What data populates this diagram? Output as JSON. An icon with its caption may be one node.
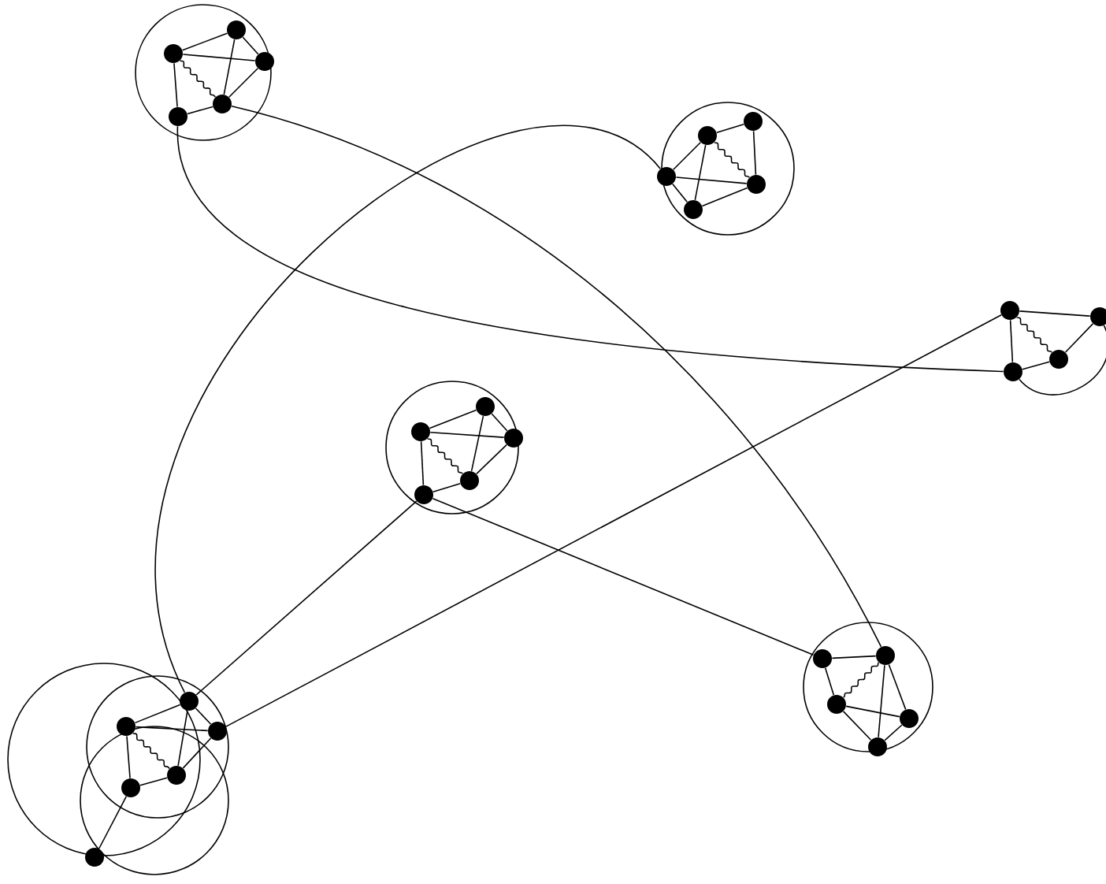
{
  "diagram": {
    "nodes": [
      {
        "text": [],
        "shape": "circle"
      },
      {
        "text": [],
        "shape": "circle",
        "in": 0
      },
      {
        "text": [],
        "shape": "circle",
        "in": 0
      },
      {
        "text": [],
        "shape": "circle",
        "in": 0
      },
      {
        "text": [],
        "shape": "circle",
        "in": 0
      },
      {
        "text": [],
        "shape": "circle",
        "in": 0
      },
      {
        "text": [],
        "shape": "circle"
      },
      {
        "text": [],
        "shape": "circle",
        "in": 6
      },
      {
        "text": [],
        "shape": "circle",
        "in": 6
      },
      {
        "text": [],
        "shape": "circle",
        "in": 6
      },
      {
        "text": [],
        "shape": "circle",
        "in": 6
      },
      {
        "text": [],
        "shape": "circle",
        "in": 6
      },
      {
        "text": [],
        "shape": "circle"
      },
      {
        "text": [],
        "shape": "circle"
      },
      {
        "text": [],
        "shape": "circle"
      },
      {
        "text": [],
        "shape": "circle"
      },
      {
        "text": [],
        "shape": "circle"
      },
      {
        "text": [],
        "shape": "circle",
        "in": 16
      },
      {
        "text": [],
        "shape": "circle",
        "in": 16
      },
      {
        "text": [],
        "shape": "circle",
        "in": 16
      },
      {
        "text": [],
        "shape": "circle",
        "in": 16
      },
      {
        "text": [],
        "shape": "circle",
        "in": 16
      },
      {
        "text": [],
        "shape": "circle"
      },
      {
        "text": [],
        "shape": "circle",
        "in": 22
      },
      {
        "text": [],
        "shape": "circle",
        "in": 22
      },
      {
        "text": [],
        "shape": "circle",
        "in": 22
      },
      {
        "text": [],
        "shape": "circle",
        "in": 22
      },
      {
        "text": [],
        "shape": "circle",
        "in": 22
      },
      {
        "text": [],
        "shape": "circle"
      },
      {
        "text": [],
        "shape": "circle"
      },
      {
        "text": [],
        "shape": "circle"
      },
      {
        "text": [],
        "shape": "circle"
      },
      {
        "text": [],
        "shape": "circle"
      },
      {
        "text": [],
        "shape": "circle"
      }
    ],
    "edges": [
      {
        "from": 1,
        "to": 2,
        "arrow": "none"
      },
      {
        "from": 1,
        "to": 3,
        "arrow": "none"
      },
      {
        "from": 2,
        "to": 3,
        "arrow": "none"
      },
      {
        "from": 2,
        "to": 4,
        "arrow": "none"
      },
      {
        "from": 3,
        "to": 4,
        "arrow": "none"
      },
      {
        "from": 1,
        "to": 5,
        "arrow": "none"
      },
      {
        "from": 5,
        "to": 4,
        "arrow": "none"
      },
      {
        "from": 1,
        "to": 4,
        "arrow": "none"
      },
      {
        "from": 7,
        "to": 8,
        "arrow": "none"
      },
      {
        "from": 8,
        "to": 10,
        "arrow": "none"
      },
      {
        "from": 7,
        "to": 9,
        "arrow": "none"
      },
      {
        "from": 7,
        "to": 11,
        "arrow": "none"
      },
      {
        "from": 9,
        "to": 10,
        "arrow": "none"
      },
      {
        "from": 9,
        "to": 11,
        "arrow": "none"
      },
      {
        "from": 11,
        "to": 10,
        "arrow": "none"
      },
      {
        "from": 7,
        "to": 10,
        "arrow": "none"
      },
      {
        "from": 12,
        "to": 13,
        "arrow": "none"
      },
      {
        "from": 12,
        "to": 15,
        "arrow": "none"
      },
      {
        "from": 13,
        "to": 14,
        "arrow": "none"
      },
      {
        "from": 14,
        "to": 15,
        "arrow": "none"
      },
      {
        "from": 12,
        "to": 14,
        "arrow": "none"
      },
      {
        "from": 15,
        "to": 13,
        "arrow": "none"
      },
      {
        "from": 17,
        "to": 18,
        "arrow": "none"
      },
      {
        "from": 17,
        "to": 19,
        "arrow": "none"
      },
      {
        "from": 18,
        "to": 19,
        "arrow": "none"
      },
      {
        "from": 18,
        "to": 20,
        "arrow": "none"
      },
      {
        "from": 19,
        "to": 20,
        "arrow": "none"
      },
      {
        "from": 17,
        "to": 21,
        "arrow": "none"
      },
      {
        "from": 21,
        "to": 20,
        "arrow": "none"
      },
      {
        "from": 17,
        "to": 20,
        "arrow": "none"
      },
      {
        "from": 23,
        "to": 24,
        "arrow": "none"
      },
      {
        "from": 23,
        "to": 25,
        "arrow": "none"
      },
      {
        "from": 24,
        "to": 25,
        "arrow": "none"
      },
      {
        "from": 24,
        "to": 26,
        "arrow": "none"
      },
      {
        "from": 24,
        "to": 27,
        "arrow": "none"
      },
      {
        "from": 25,
        "to": 26,
        "arrow": "none"
      },
      {
        "from": 25,
        "to": 27,
        "arrow": "none"
      },
      {
        "from": 26,
        "to": 27,
        "arrow": "none"
      },
      {
        "from": 28,
        "to": 29,
        "arrow": "none"
      },
      {
        "from": 28,
        "to": 30,
        "arrow": "none"
      },
      {
        "from": 29,
        "to": 30,
        "arrow": "none"
      },
      {
        "from": 29,
        "to": 32,
        "arrow": "none"
      },
      {
        "from": 29,
        "to": 31,
        "arrow": "none"
      },
      {
        "from": 28,
        "to": 31,
        "arrow": "none"
      },
      {
        "from": 30,
        "to": 31,
        "arrow": "none"
      },
      {
        "from": 32,
        "to": 31,
        "arrow": "none"
      },
      {
        "from": 32,
        "to": 33,
        "arrow": "none"
      },
      {
        "from": 5,
        "to": 15,
        "arrow": "none"
      },
      {
        "from": 4,
        "to": 24,
        "arrow": "none"
      },
      {
        "from": 9,
        "to": 28,
        "arrow": "none"
      },
      {
        "from": 12,
        "to": 30,
        "arrow": "none"
      },
      {
        "from": 21,
        "to": 28,
        "arrow": "none"
      },
      {
        "from": 21,
        "to": 23,
        "arrow": "none"
      }
    ]
  }
}
